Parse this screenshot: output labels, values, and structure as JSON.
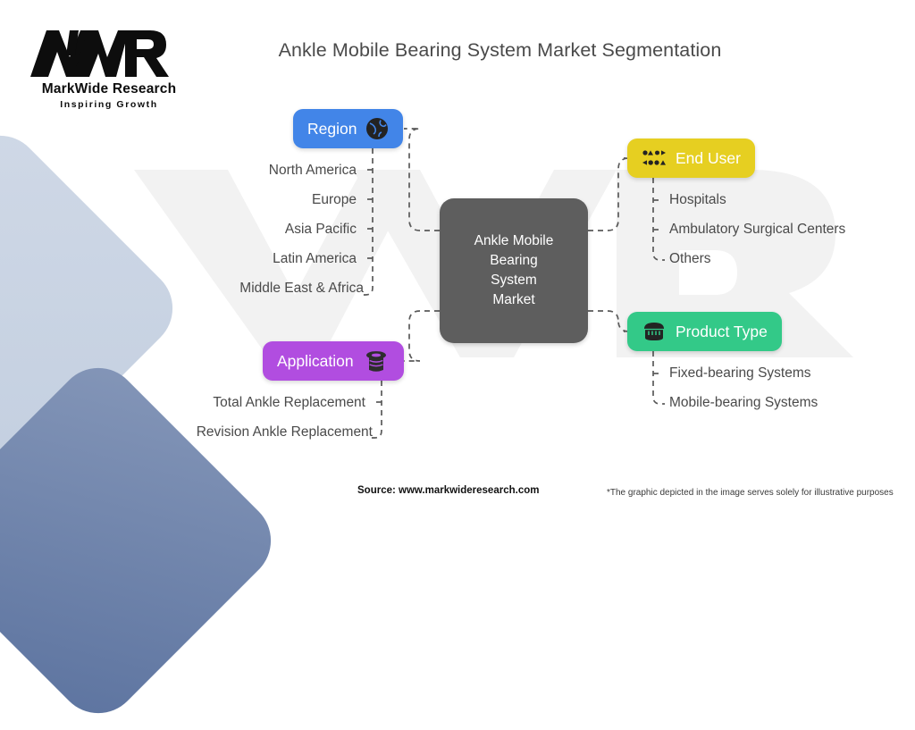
{
  "header": {
    "title": "Ankle Mobile Bearing System Market Segmentation"
  },
  "logo": {
    "mark_text": "MWR",
    "name": "MarkWide Research",
    "tagline": "Inspiring Growth"
  },
  "center": {
    "label": "Ankle Mobile\nBearing\nSystem\nMarket"
  },
  "colors": {
    "region": "#4285e8",
    "application": "#b14de0",
    "end_user": "#e6cf21",
    "product_type": "#33c988",
    "center": "#5e5e5e",
    "text": "#4a4a4a",
    "connector": "#5a5a5a"
  },
  "branches": [
    {
      "id": "region",
      "label": "Region",
      "icon": "globe-icon",
      "color": "#4285e8",
      "items": [
        "North America",
        "Europe",
        "Asia Pacific",
        "Latin America",
        "Middle East & Africa"
      ]
    },
    {
      "id": "application",
      "label": "Application",
      "icon": "top-hat-icon",
      "color": "#b14de0",
      "items": [
        "Total Ankle Replacement",
        "Revision Ankle Replacement"
      ]
    },
    {
      "id": "end_user",
      "label": "End User",
      "icon": "users-grid-icon",
      "color": "#e6cf21",
      "items": [
        "Hospitals",
        "Ambulatory Surgical Centers",
        "Others"
      ]
    },
    {
      "id": "product_type",
      "label": "Product Type",
      "icon": "store-icon",
      "color": "#33c988",
      "items": [
        "Fixed-bearing Systems",
        "Mobile-bearing Systems"
      ]
    }
  ],
  "footer": {
    "source": "Source: www.markwideresearch.com",
    "disclaimer": "*The graphic depicted in the image serves solely for illustrative purposes"
  }
}
